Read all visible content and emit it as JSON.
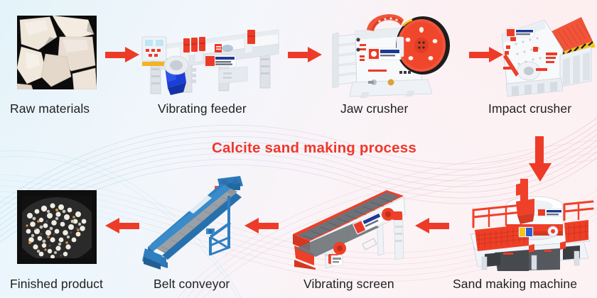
{
  "diagram": {
    "title": "Calcite sand making process",
    "accent_color": "#f0372a",
    "arrow_color": "#ee3b28",
    "background_colors": [
      "#e3f3fa",
      "#f2f6fb",
      "#fdf2f3"
    ]
  },
  "stages": [
    {
      "id": "raw-materials",
      "label": "Raw materials",
      "row": "top",
      "order": 1,
      "kind": "photo-rocks"
    },
    {
      "id": "vibrating-feeder",
      "label": "Vibrating feeder",
      "row": "top",
      "order": 2,
      "kind": "machine-feeder"
    },
    {
      "id": "jaw-crusher",
      "label": "Jaw crusher",
      "row": "top",
      "order": 3,
      "kind": "machine-jaw"
    },
    {
      "id": "impact-crusher",
      "label": "Impact crusher",
      "row": "top",
      "order": 4,
      "kind": "machine-impact"
    },
    {
      "id": "sand-making-machine",
      "label": "Sand making machine",
      "row": "bottom",
      "order": 5,
      "kind": "machine-vsi"
    },
    {
      "id": "vibrating-screen",
      "label": "Vibrating screen",
      "row": "bottom",
      "order": 6,
      "kind": "machine-screen"
    },
    {
      "id": "belt-conveyor",
      "label": "Belt conveyor",
      "row": "bottom",
      "order": 7,
      "kind": "machine-conveyor"
    },
    {
      "id": "finished-product",
      "label": "Finished product",
      "row": "bottom",
      "order": 8,
      "kind": "photo-sand"
    }
  ],
  "arrows": [
    {
      "id": "arrow-raw-to-feeder",
      "direction": "right"
    },
    {
      "id": "arrow-feeder-to-jaw",
      "direction": "right"
    },
    {
      "id": "arrow-jaw-to-impact",
      "direction": "right"
    },
    {
      "id": "arrow-impact-to-sand",
      "direction": "down"
    },
    {
      "id": "arrow-sand-to-screen",
      "direction": "left"
    },
    {
      "id": "arrow-screen-to-conveyor",
      "direction": "left"
    },
    {
      "id": "arrow-conveyor-to-product",
      "direction": "left"
    }
  ]
}
